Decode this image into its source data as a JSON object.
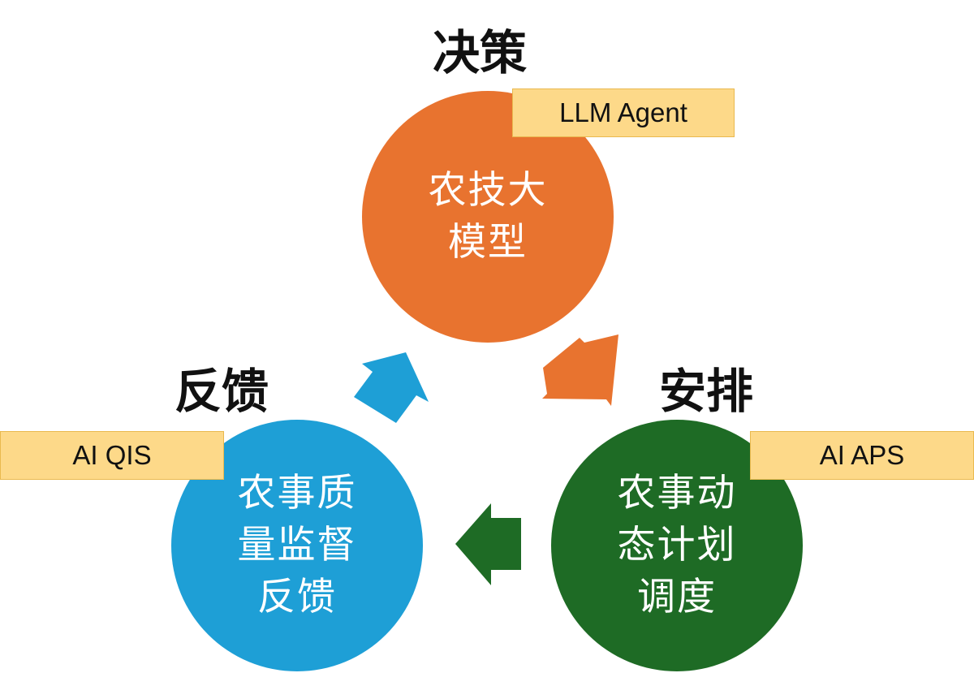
{
  "colors": {
    "decision": "#e8732f",
    "schedule": "#1e6b25",
    "feedback": "#1e9fd6",
    "tag_fill": "#fdd989"
  },
  "stages": {
    "decision": {
      "label": "决策",
      "circle_text": "农技大\n模型",
      "tag": "LLM Agent"
    },
    "schedule": {
      "label": "安排",
      "circle_text": "农事动\n态计划\n调度",
      "tag": "AI APS"
    },
    "feedback": {
      "label": "反馈",
      "circle_text": "农事质\n量监督\n反馈",
      "tag": "AI QIS"
    }
  }
}
